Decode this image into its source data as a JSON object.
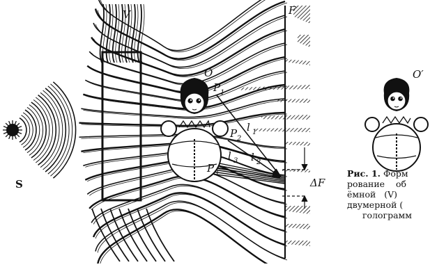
{
  "labels": {
    "source": "S",
    "volume": "V",
    "film": "F",
    "object": "O",
    "image": "O′",
    "points": [
      "P",
      "P",
      "P"
    ],
    "point_subs": [
      "1",
      "2",
      "3"
    ],
    "rays": [
      "l",
      "l",
      "l"
    ],
    "ray_subs": [
      "1",
      "2",
      "3"
    ],
    "delta": "ΔF"
  },
  "caption": {
    "prefix": "Рис. 1.",
    "line1": " Форм",
    "line2": "рование    об",
    "line3": "ёмной   (V)",
    "line4": "двумерной (",
    "line5": "голограмм"
  }
}
